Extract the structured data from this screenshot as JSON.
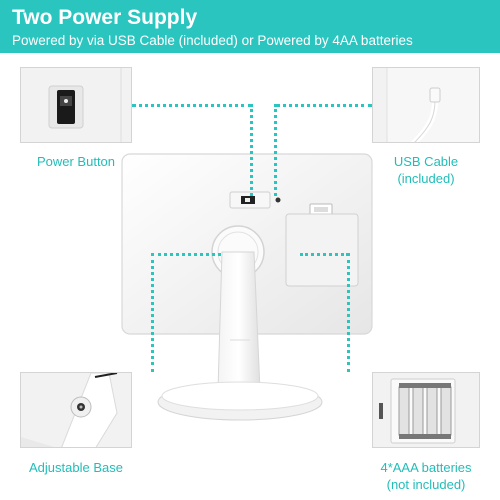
{
  "header": {
    "title": "Two Power Supply",
    "subtitle": "Powered by via USB Cable (included) or Powered by 4AA batteries"
  },
  "callouts": {
    "power_button": "Power Button",
    "usb_cable_line1": "USB Cable",
    "usb_cable_line2": "(included)",
    "adjustable_base": "Adjustable Base",
    "batteries_line1": "4*AAA batteries",
    "batteries_line2": "(not included)"
  },
  "colors": {
    "accent": "#2bc5c0",
    "label": "#22bdb8",
    "background": "#ffffff"
  }
}
